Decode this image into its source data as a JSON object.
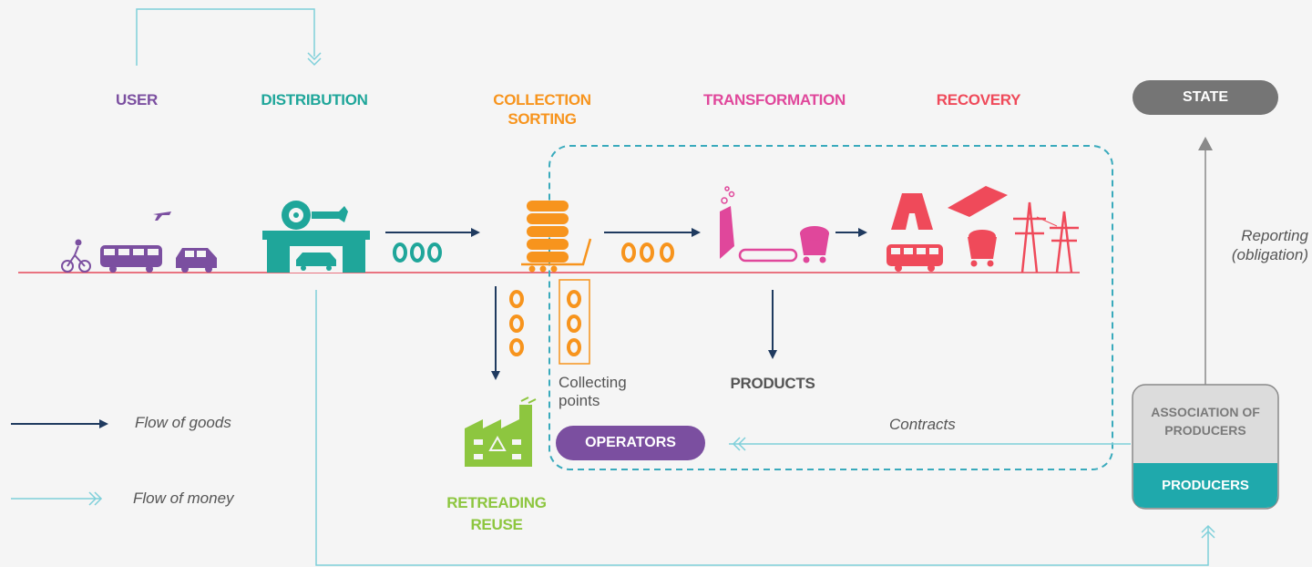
{
  "stages": {
    "user": "USER",
    "distribution": "DISTRIBUTION",
    "collection_line1": "COLLECTION",
    "collection_line2": "SORTING",
    "transformation": "TRANSFORMATION",
    "recovery": "RECOVERY"
  },
  "state": "STATE",
  "reporting_line1": "Reporting",
  "reporting_line2": "(obligation)",
  "collecting_line1": "Collecting",
  "collecting_line2": "points",
  "products": "PRODUCTS",
  "operators": "OPERATORS",
  "contracts": "Contracts",
  "association_line1": "ASSOCIATION OF",
  "association_line2": "PRODUCERS",
  "producers": "PRODUCERS",
  "retreading_line1": "RETREADING",
  "retreading_line2": "REUSE",
  "legend": {
    "goods": "Flow of goods",
    "money": "Flow of money"
  },
  "colors": {
    "user": "#7b4fa0",
    "distribution": "#1fa69a",
    "collection": "#f7941d",
    "transformation": "#e0479b",
    "recovery": "#ef4a5a",
    "state": "#757575",
    "goods_arrow": "#1f3a5f",
    "money_arrow": "#7fd0da",
    "baseline": "#e5485a",
    "retreading": "#8dc63f"
  }
}
